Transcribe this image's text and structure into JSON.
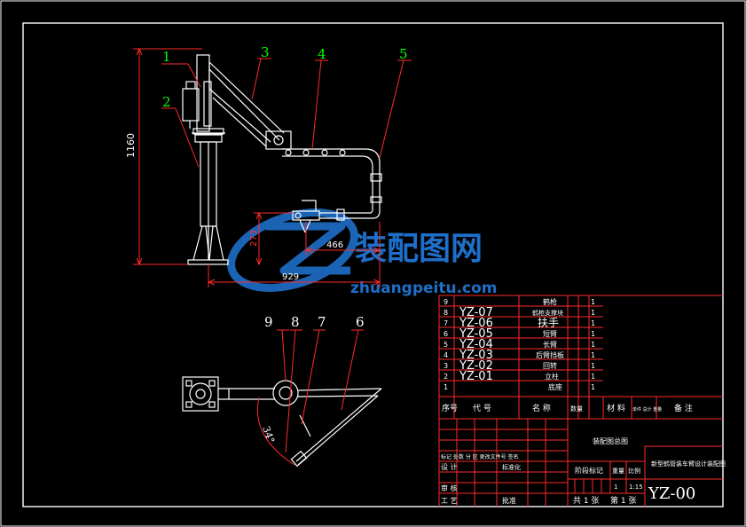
{
  "colors": {
    "background": "#000000",
    "frame": "#ffffff",
    "title_block": "#ff2a2a",
    "callout_text": "#00ff00",
    "leader": "#ff2a2a",
    "dimension": "#ff2a2a",
    "dim_text": "#ffffff",
    "machine": "#ffffff",
    "watermark": "#1e6fc9",
    "table_text": "#ffffff"
  },
  "callouts": {
    "c1": "1",
    "c2": "2",
    "c3": "3",
    "c4": "4",
    "c5": "5",
    "c6": "6",
    "c7": "7",
    "c8": "8",
    "c9": "9"
  },
  "dimensions": {
    "height_total": "1160",
    "height_outlet": "273",
    "reach_outlet": "466",
    "reach_total": "929",
    "angle": "34°"
  },
  "watermark": {
    "brand": "装配图网",
    "url": "zhuangpeitu.com"
  },
  "bom": {
    "rows": [
      {
        "no": "9",
        "code": "",
        "name": "鹤枪",
        "qty": "1"
      },
      {
        "no": "8",
        "code": "YZ-07",
        "name": "鹤枪支撑块",
        "qty": "1"
      },
      {
        "no": "7",
        "code": "YZ-06",
        "name": "扶手",
        "qty": "1"
      },
      {
        "no": "6",
        "code": "YZ-05",
        "name": "短臂",
        "qty": "1"
      },
      {
        "no": "5",
        "code": "YZ-04",
        "name": "长臂",
        "qty": "1"
      },
      {
        "no": "4",
        "code": "YZ-03",
        "name": "后臂挡板",
        "qty": "1"
      },
      {
        "no": "3",
        "code": "YZ-02",
        "name": "回转",
        "qty": "1"
      },
      {
        "no": "2",
        "code": "YZ-01",
        "name": "立柱",
        "qty": "1"
      },
      {
        "no": "1",
        "code": "",
        "name": "底座",
        "qty": "1"
      }
    ],
    "header": {
      "no": "序号",
      "code": "代  号",
      "name": "名  称",
      "qty": "数量",
      "material": "材  料",
      "mass": "单件 总计 重量",
      "remark": "备  注"
    }
  },
  "title_block": {
    "labels": {
      "mark_row": "标记 处数 分 区 更改文件号 签名",
      "design": "设  计",
      "standard": "标准化",
      "review": "审  核",
      "process": "工  艺",
      "approve": "批准",
      "stage_mark": "阶段标记",
      "weight": "重量",
      "scale": "比例",
      "sheets_total": "共 1 张",
      "sheet_no": "第 1 张"
    },
    "scale_value": "1:15",
    "stage_value": "1",
    "drawing_name": "装配图总图",
    "company": "新型鹤管装车臂设计装配图",
    "drawing_code": "YZ-00"
  }
}
